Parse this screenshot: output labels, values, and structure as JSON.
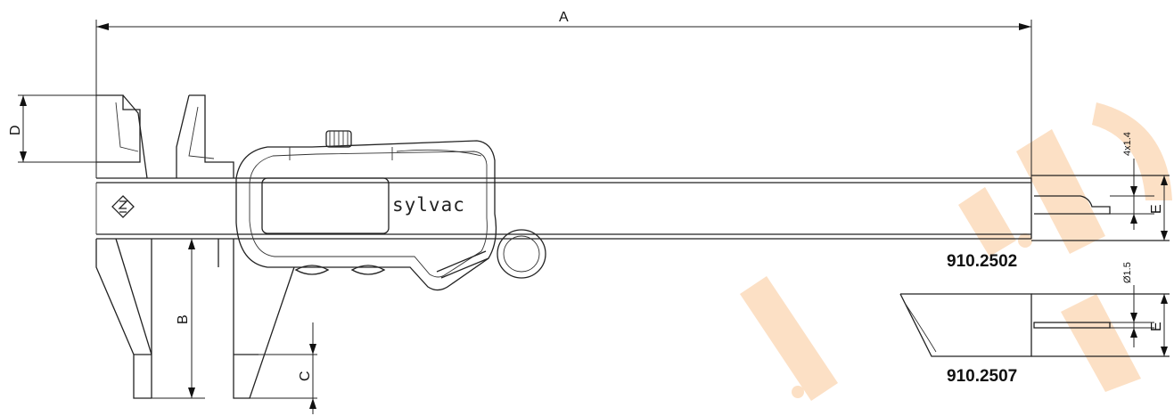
{
  "labels": {
    "a": "A",
    "b": "B",
    "c": "C",
    "d": "D",
    "e_top": "E",
    "e_bottom": "E",
    "notch_top": "4x1.4",
    "notch_bottom": "Ø1.5"
  },
  "brand": "sylvac",
  "models": {
    "top": "910.2502",
    "bottom": "910.2507"
  },
  "icons": {
    "logo": "sylvac-logo-icon"
  },
  "colors": {
    "watermark": "#f6a55a",
    "line": "#222222"
  }
}
